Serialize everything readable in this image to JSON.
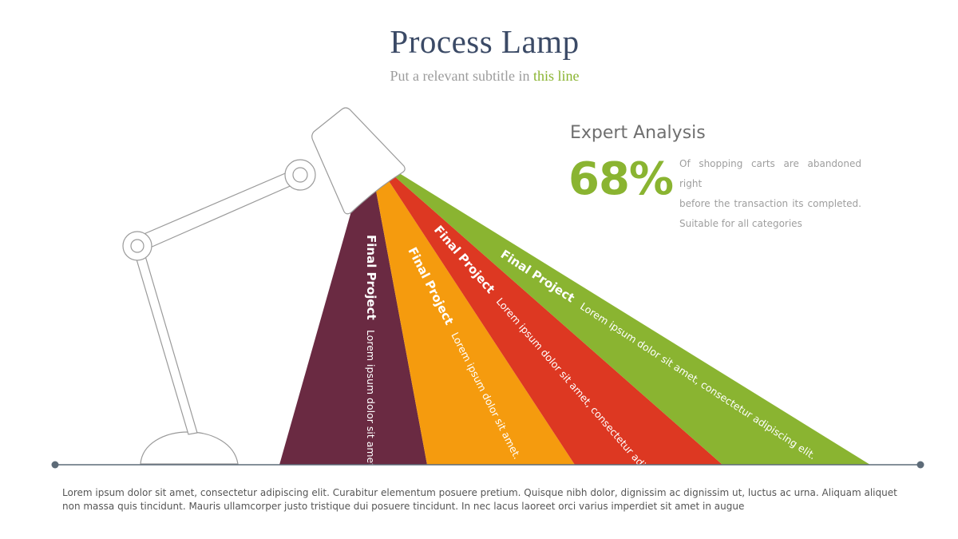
{
  "header": {
    "title": "Process Lamp",
    "subtitle_main": "Put a relevant subtitle in ",
    "subtitle_highlight": "this line"
  },
  "beams": [
    {
      "heading": "Final Project",
      "text": "Lorem ipsum dolor sit amet.",
      "color": "#6a2a42"
    },
    {
      "heading": "Final Project",
      "text": "Lorem ipsum dolor sit amet.",
      "color": "#f59b0e"
    },
    {
      "heading": "Final Project",
      "text": "Lorem ipsum dolor sit amet, consectetur adipiscing elit.",
      "color": "#dd3822"
    },
    {
      "heading": "Final Project",
      "text": "Lorem ipsum dolor sit amet, consectetur adipiscing elit.",
      "color": "#8ab431"
    }
  ],
  "expert": {
    "title": "Expert Analysis",
    "percent": "68%",
    "desc_lines": [
      "Of shopping carts are abandoned right",
      "before the transaction its completed.",
      "Suitable for all categories"
    ]
  },
  "footer": {
    "text": "Lorem ipsum dolor sit amet, consectetur adipiscing elit. Curabitur elementum posuere pretium. Quisque nibh dolor, dignissim ac dignissim ut, luctus ac urna. Aliquam aliquet non massa quis tincidunt. Mauris ullamcorper justo tristique dui posuere tincidunt. In nec lacus laoreet orci varius imperdiet sit amet in augue"
  },
  "colors": {
    "title": "#3b4a66",
    "accent": "#8ab431",
    "line": "#5d6b78"
  }
}
